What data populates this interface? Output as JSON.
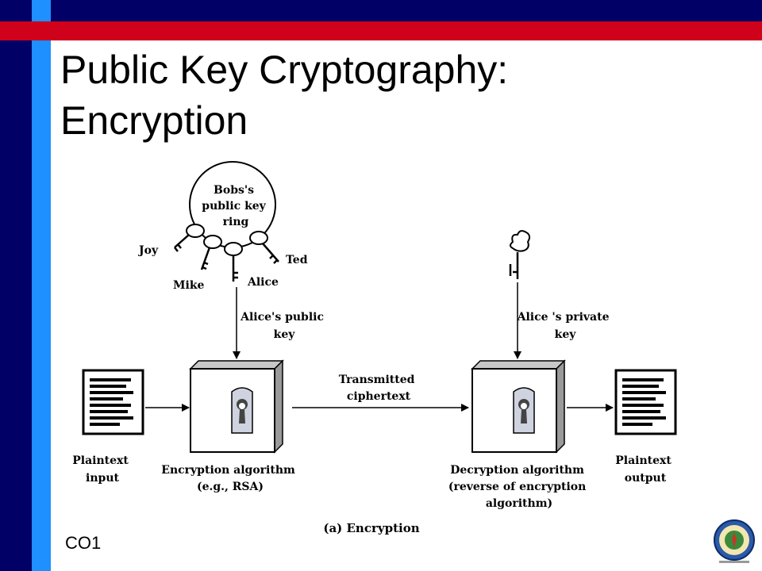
{
  "slide": {
    "title_line1": "Public Key Cryptography:",
    "title_line2": "Encryption",
    "footer_label": "CO1"
  },
  "diagram": {
    "keyring_label": [
      "Bobs's",
      "public key",
      "ring"
    ],
    "key_names": {
      "joy": "Joy",
      "mike": "Mike",
      "alice": "Alice",
      "ted": "Ted"
    },
    "public_key_label": [
      "Alice's public",
      "key"
    ],
    "private_key_label": [
      "Alice 's private",
      "key"
    ],
    "plaintext_input": [
      "Plaintext",
      "input"
    ],
    "encryption_algorithm": [
      "Encryption algorithm",
      "(e.g., RSA)"
    ],
    "transmitted": [
      "Transmitted",
      "ciphertext"
    ],
    "decryption_algorithm": [
      "Decryption algorithm",
      "(reverse of encryption",
      "algorithm)"
    ],
    "plaintext_output": [
      "Plaintext",
      "output"
    ],
    "caption": "(a) Encryption"
  }
}
